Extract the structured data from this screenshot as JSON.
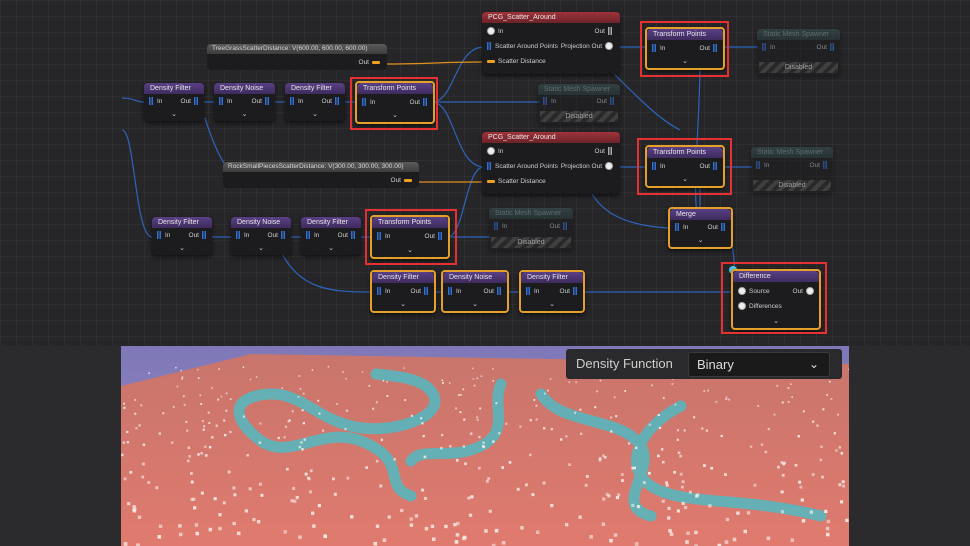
{
  "colors": {
    "accent_red": "#e53131",
    "selected_orange": "#e5a02a",
    "wire_blue": "#2f6fd6",
    "river_teal": "#5fb3b9"
  },
  "nodes": {
    "pcg1": {
      "title": "PCG_Scatter_Around",
      "in": "In",
      "out": "Out",
      "scatter_points": "Scatter Around Points",
      "projection_out": "Projection Out",
      "scatter_distance": "Scatter Distance"
    },
    "pcg2": {
      "title": "PCG_Scatter_Around",
      "in": "In",
      "out": "Out",
      "scatter_points": "Scatter Around Points",
      "projection_out": "Projection Out",
      "scatter_distance": "Scatter Distance"
    },
    "var1": {
      "title": "TreeGrassScatterDistance: V(600.00, 600.00, 600.00)",
      "out": "Out"
    },
    "var2": {
      "title": "RockSmallPiecesScatterDistance: V(300.00, 300.00, 300.00)",
      "out": "Out"
    },
    "row1": [
      {
        "title": "Density Filter",
        "in": "In",
        "out": "Out"
      },
      {
        "title": "Density Noise",
        "in": "In",
        "out": "Out"
      },
      {
        "title": "Density Filter",
        "in": "In",
        "out": "Out"
      },
      {
        "title": "Transform Points",
        "in": "In",
        "out": "Out"
      }
    ],
    "row2": [
      {
        "title": "Density Filter",
        "in": "In",
        "out": "Out"
      },
      {
        "title": "Density Noise",
        "in": "In",
        "out": "Out"
      },
      {
        "title": "Density Filter",
        "in": "In",
        "out": "Out"
      },
      {
        "title": "Transform Points",
        "in": "In",
        "out": "Out"
      }
    ],
    "row3": [
      {
        "title": "Density Filter",
        "in": "In",
        "out": "Out"
      },
      {
        "title": "Density Noise",
        "in": "In",
        "out": "Out"
      },
      {
        "title": "Density Filter",
        "in": "In",
        "out": "Out"
      }
    ],
    "tp_top": {
      "title": "Transform Points",
      "in": "In",
      "out": "Out"
    },
    "tp_mid": {
      "title": "Transform Points",
      "in": "In",
      "out": "Out"
    },
    "sms": [
      {
        "title": "Static Mesh Spawner",
        "in": "In",
        "out": "Out",
        "state": "Disabled"
      },
      {
        "title": "Static Mesh Spawner",
        "in": "In",
        "out": "Out",
        "state": "Disabled"
      },
      {
        "title": "Static Mesh Spawner",
        "in": "In",
        "out": "Out",
        "state": "Disabled"
      },
      {
        "title": "Static Mesh Spawner",
        "in": "In",
        "out": "Out",
        "state": "Disabled"
      }
    ],
    "merge": {
      "title": "Merge",
      "in": "In",
      "out": "Out"
    },
    "difference": {
      "title": "Difference",
      "source": "Source",
      "out": "Out",
      "differences": "Differences"
    }
  },
  "chevron": "⌄",
  "property": {
    "label": "Density Function",
    "value": "Binary"
  },
  "icons": [
    "chevron-down-icon",
    "point-pin-icon",
    "spatial-pin-icon",
    "vector-pin-icon"
  ]
}
